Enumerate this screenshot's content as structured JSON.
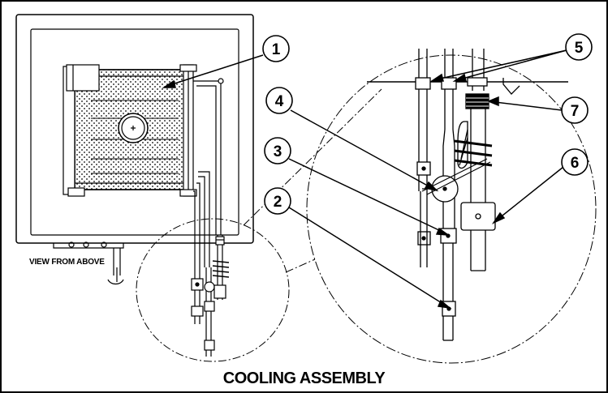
{
  "view_label": "VIEW FROM ABOVE",
  "caption": "COOLING ASSEMBLY",
  "callouts": [
    "1",
    "2",
    "3",
    "4",
    "5",
    "6",
    "7"
  ],
  "colors": {
    "line": "#000000",
    "background": "#ffffff",
    "frame": "#000000"
  }
}
